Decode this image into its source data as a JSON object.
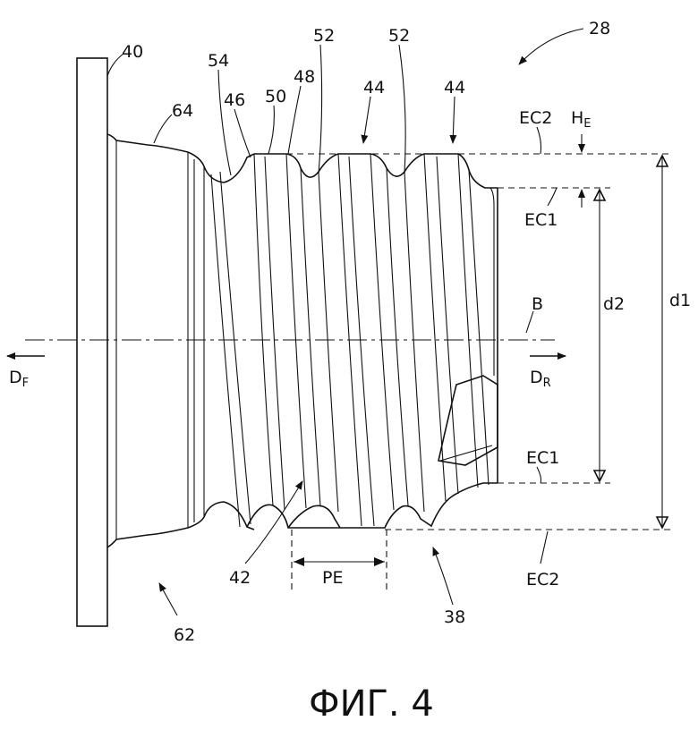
{
  "figure": {
    "caption": "ФИГ. 4",
    "labels": {
      "n28": "28",
      "n40": "40",
      "n54": "54",
      "n52a": "52",
      "n52b": "52",
      "n48": "48",
      "n46": "46",
      "n50": "50",
      "n64": "64",
      "n44a": "44",
      "n44b": "44",
      "n42": "42",
      "n38": "38",
      "n62": "62",
      "ec2_top": "EC2",
      "ec1_top": "EC1",
      "ec1_bottom": "EC1",
      "ec2_bottom": "EC2",
      "he_main": "H",
      "he_sub": "E",
      "d1": "d1",
      "d2": "d2",
      "b": "B",
      "df_main": "D",
      "df_sub": "F",
      "dr_main": "D",
      "dr_sub": "R",
      "pe": "PE"
    }
  }
}
